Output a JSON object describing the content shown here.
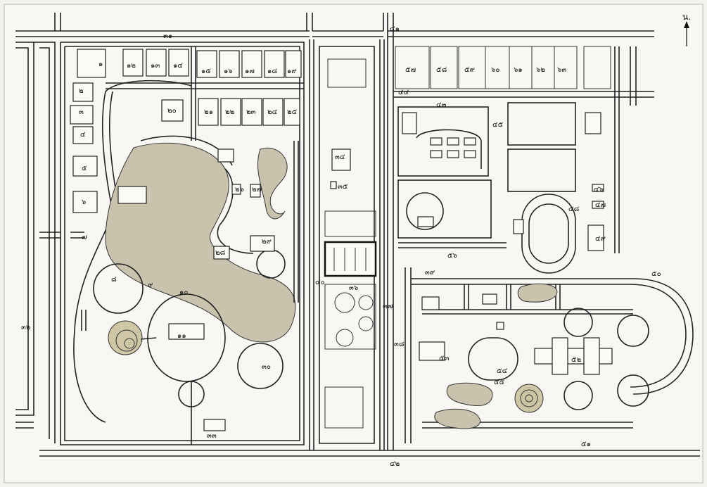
{
  "map": {
    "north_label": "น.",
    "labels": {
      "l01": "๑",
      "l02": "๒",
      "l03": "๓",
      "l04": "๔",
      "l05": "๕",
      "l06": "๖",
      "l07": "๗",
      "l08": "๘",
      "l09": "๙",
      "l10": "๑๐",
      "l11": "๑๑",
      "l12": "๑๒",
      "l13": "๑๓",
      "l14": "๑๔",
      "l15": "๑๕",
      "l16": "๑๖",
      "l17": "๑๗",
      "l18": "๑๘",
      "l19": "๑๙",
      "l20": "๒๐",
      "l21": "๒๑",
      "l22": "๒๒",
      "l23": "๒๓",
      "l24": "๒๔",
      "l25": "๒๕",
      "l26": "๒๖",
      "l27": "๒๗",
      "l28": "๒๘",
      "l29": "๒๙",
      "l30": "๓๐",
      "l31": "๓๑",
      "l32": "๓๒",
      "l33": "๓๓",
      "l34": "๓๔",
      "l35": "๓๕",
      "l36": "๓๖",
      "l37": "๓๗",
      "l38": "๓๘",
      "l39": "๓๙",
      "l40": "๔๐",
      "l41": "๔๑",
      "l42": "๔๒",
      "l43": "๔๓",
      "l44": "๔๔",
      "l45": "๔๕",
      "l46": "๔๖",
      "l47": "๔๗",
      "l48": "๔๘",
      "l49": "๔๙",
      "l50": "๕๐",
      "l51": "๕๑",
      "l52": "๕๒",
      "l53": "๕๓",
      "l54": "๕๔",
      "l55": "๕๕",
      "l56": "๕๖",
      "l57": "๕๗",
      "l58": "๕๘",
      "l59": "๕๙",
      "l60": "๖๐",
      "l61": "๖๑",
      "l62": "๖๒",
      "l63": "๖๓"
    }
  }
}
